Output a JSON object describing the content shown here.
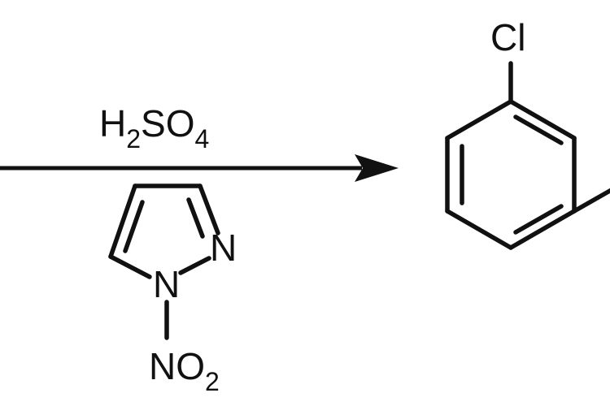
{
  "reagent": {
    "acid_main": "H",
    "acid_sub_h": "2",
    "acid_so": "SO",
    "acid_sub_o": "4"
  },
  "nitropyrazole": {
    "ring_n_label": "N",
    "n1_label": "N",
    "nitro_n": "NO",
    "nitro_sub": "2"
  },
  "product": {
    "substituent_label": "Cl"
  }
}
